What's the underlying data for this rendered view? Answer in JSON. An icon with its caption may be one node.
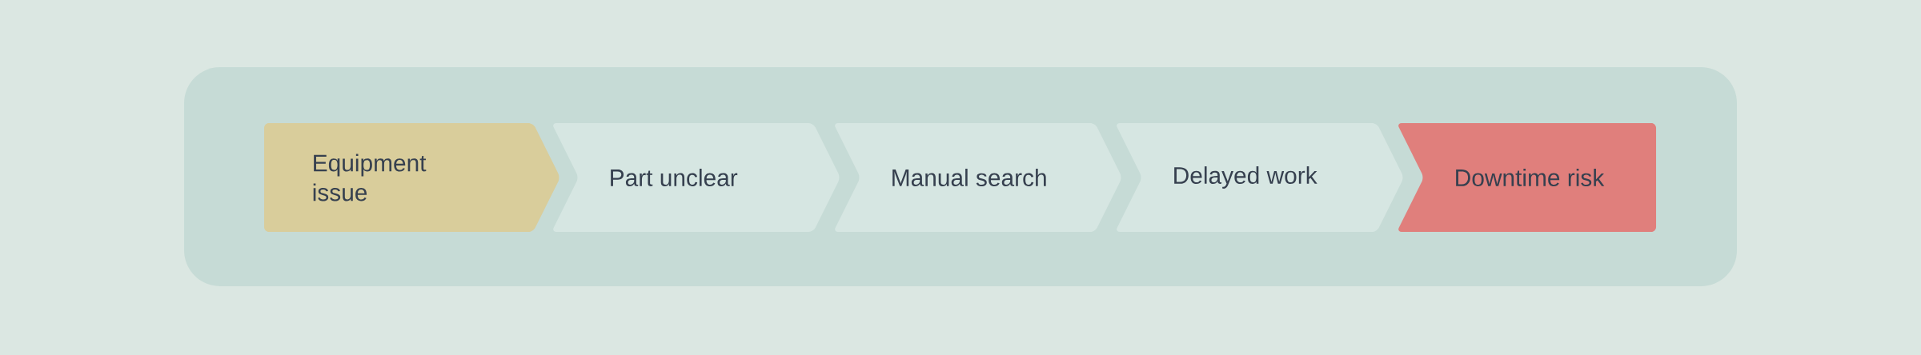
{
  "diagram": {
    "nodes": [
      {
        "text": [],
        "shape": "box"
      },
      {
        "text": [
          "Equipment issue"
        ],
        "in": 0
      },
      {
        "text": [
          "Part unclear"
        ],
        "in": 0
      },
      {
        "text": [
          "Manual search"
        ],
        "in": 0
      },
      {
        "text": [
          "Delayed work"
        ],
        "in": 0
      },
      {
        "text": [
          "Downtime risk"
        ],
        "in": 0
      }
    ]
  }
}
